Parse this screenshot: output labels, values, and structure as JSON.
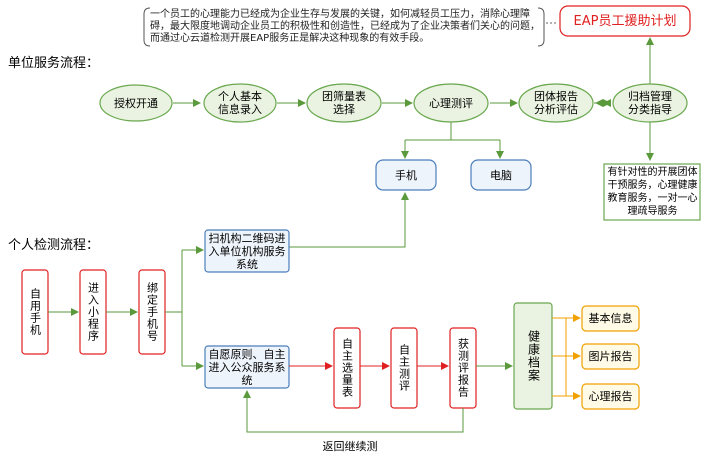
{
  "intro": {
    "note": "一个员工的心理能力已经成为企业生存与发展的关键，如何减轻员工压力，消除心理障碍，最大限度地调动企业员工的积极性和创造性，已经成为了企业决策者们关心的问题，而通过心云道检测开展EAP服务正是解决这种现象的有效手段。",
    "eap_title": "EAP员工援助计划"
  },
  "unit_flow": {
    "heading": "单位服务流程：",
    "steps": [
      "授权开通",
      "个人基本信息录入",
      "团筛量表选择",
      "心理测评",
      "团体报告分析评估",
      "归档管理分类指导"
    ],
    "devices": [
      "手机",
      "电脑"
    ],
    "service_note": "有针对性的开展团体干预服务，心理健康教育服务，一对一心理疏导服务"
  },
  "personal_flow": {
    "heading": "个人检测流程：",
    "steps": [
      "自用手机",
      "进入小程序",
      "绑定手机号"
    ],
    "branch_scan": "扫机构二维码进入单位机构服务系统",
    "branch_self": "自愿原则、自主进入公众服务系统",
    "self_steps": [
      "自主选量表",
      "自主测评",
      "获测评报告"
    ],
    "archive": "健康档案",
    "outputs": [
      "基本信息",
      "图片报告",
      "心理报告"
    ],
    "loop_label": "返回继续测"
  },
  "colors": {
    "green": "#6aa84f",
    "green_fill": "#eaf3e1",
    "blue": "#4a7ebb",
    "red": "#e02020",
    "orange": "#f0a000",
    "note_border": "#555555"
  }
}
